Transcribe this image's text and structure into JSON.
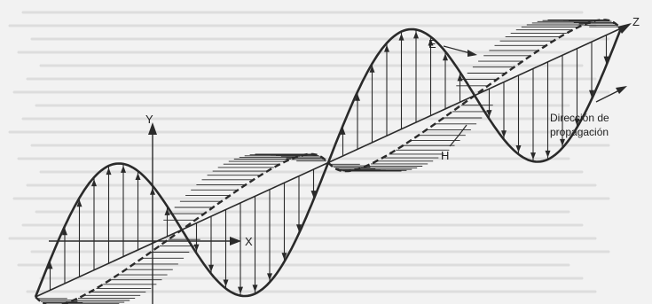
{
  "labels": {
    "y_axis": "Y",
    "x_axis": "X",
    "z_axis": "Z",
    "e_field": "E",
    "h_field": "H",
    "direction_line1": "Dirección de",
    "direction_line2": "propagación"
  },
  "colors": {
    "ink": "#2a2a2a",
    "paper": "#f2f2f2",
    "bleed_text": "#9a9a9a"
  }
}
